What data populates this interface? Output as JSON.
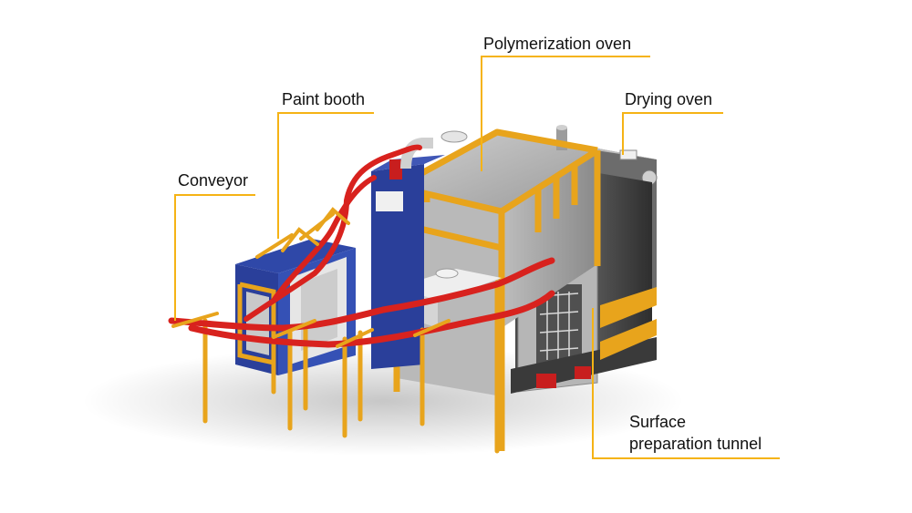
{
  "labels": {
    "polymerization_oven": "Polymerization oven",
    "paint_booth": "Paint booth",
    "drying_oven": "Drying oven",
    "conveyor": "Conveyor",
    "surface_line1": "Surface",
    "surface_line2": "preparation tunnel"
  },
  "colors": {
    "leader": "#f5b315",
    "frame": "#e8a41c",
    "conveyor_rail": "#d8221e",
    "booth_blue": "#2a3f9a",
    "oven_gray": "#a9a9a9",
    "tunnel_dark": "#3c3c3c"
  }
}
